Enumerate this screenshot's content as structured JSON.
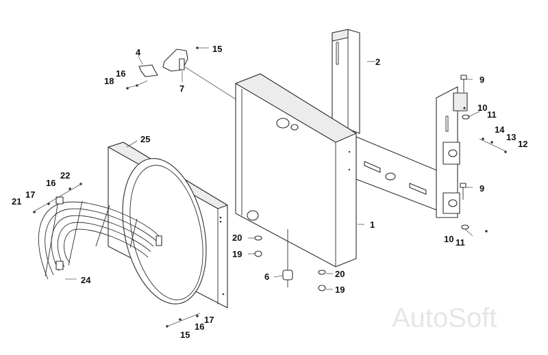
{
  "callouts": {
    "c1": "1",
    "c2": "2",
    "c4": "4",
    "c6": "6",
    "c7": "7",
    "c9a": "9",
    "c9b": "9",
    "c10a": "10",
    "c10b": "10",
    "c11a": "11",
    "c11b": "11",
    "c12": "12",
    "c13": "13",
    "c14": "14",
    "c15a": "15",
    "c15b": "15",
    "c16a": "16",
    "c16b": "16",
    "c16c": "16",
    "c17a": "17",
    "c17b": "17",
    "c18": "18",
    "c19a": "19",
    "c19b": "19",
    "c20a": "20",
    "c20b": "20",
    "c21": "21",
    "c22": "22",
    "c24": "24",
    "c25": "25"
  },
  "watermark": "AutoSoft",
  "colors": {
    "line": "#2a2a2a",
    "watermark": "#e6e6e6",
    "background": "#ffffff"
  }
}
